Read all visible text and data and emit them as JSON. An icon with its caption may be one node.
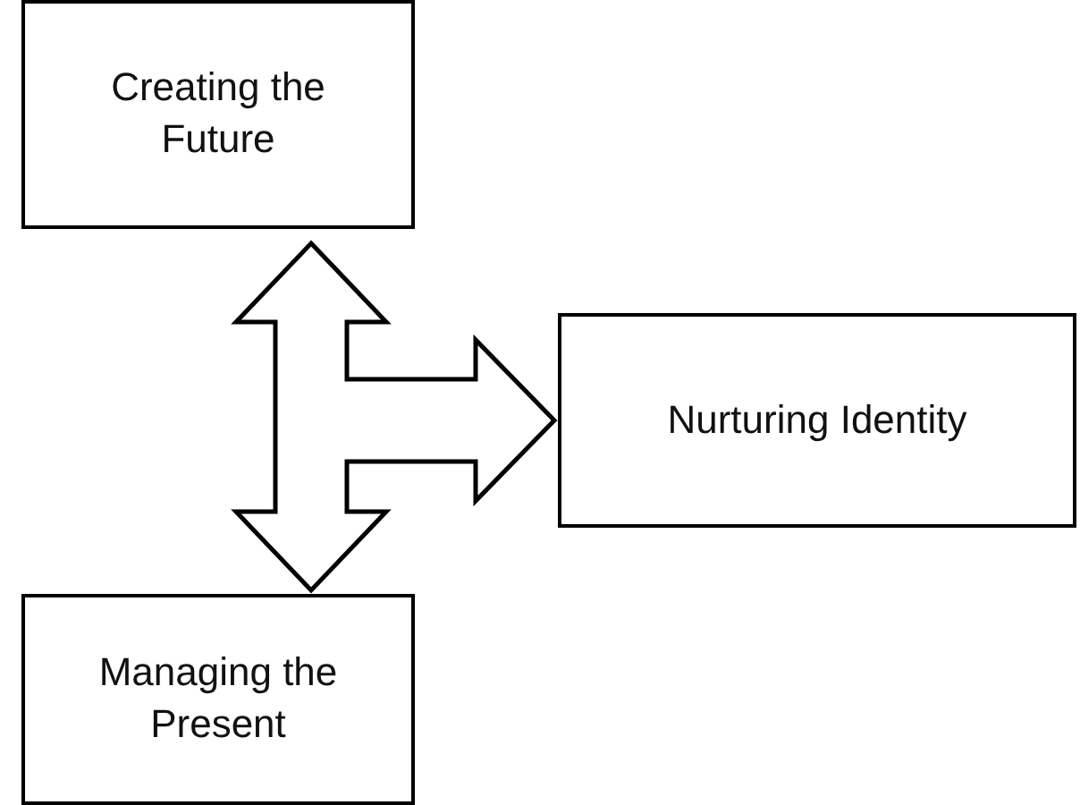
{
  "diagram": {
    "nodes": [
      {
        "text": [
          "Creating the Future"
        ]
      },
      {
        "text": [
          "Nurturing Identity"
        ]
      },
      {
        "text": [
          "Managing the Present"
        ]
      }
    ],
    "edges": [
      {
        "from": 0,
        "to": 2,
        "arrow": "both"
      },
      {
        "from": 0,
        "to": 1,
        "arrow": "to"
      },
      {
        "from": 2,
        "to": 1,
        "arrow": "to"
      }
    ]
  }
}
